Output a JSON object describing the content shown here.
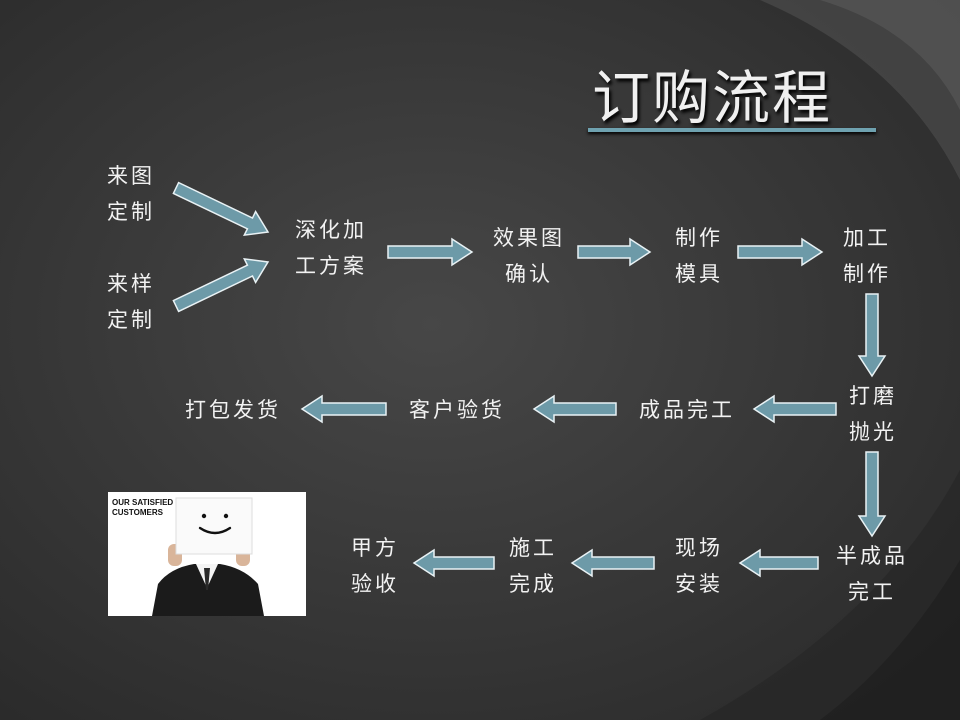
{
  "title": "订购流程",
  "colors": {
    "arrow": "#6d9aa8",
    "arrow_stroke": "#e9f2f5",
    "text": "#f2f2f2",
    "background": "#3a3a3a"
  },
  "nodes": {
    "custom_drawing": [
      "来图",
      "定制"
    ],
    "custom_sample": [
      "来样",
      "定制"
    ],
    "deepen_plan": [
      "深化加",
      "工方案"
    ],
    "render_confirm": [
      "效果图",
      "确认"
    ],
    "make_mold": [
      "制作",
      "模具"
    ],
    "processing": [
      "加工",
      "制作"
    ],
    "polishing": [
      "打磨",
      "抛光"
    ],
    "product_done": "成品完工",
    "customer_inspect": "客户验货",
    "pack_ship": "打包发货",
    "semi_done": [
      "半成品",
      "完工"
    ],
    "site_install": [
      "现场",
      "安装"
    ],
    "construction_done": [
      "施工",
      "完成"
    ],
    "client_accept": [
      "甲方",
      "验收"
    ]
  },
  "photo": {
    "caption": "OUR SATISFIED CUSTOMERS",
    "icon": "smiley-face-icon"
  }
}
